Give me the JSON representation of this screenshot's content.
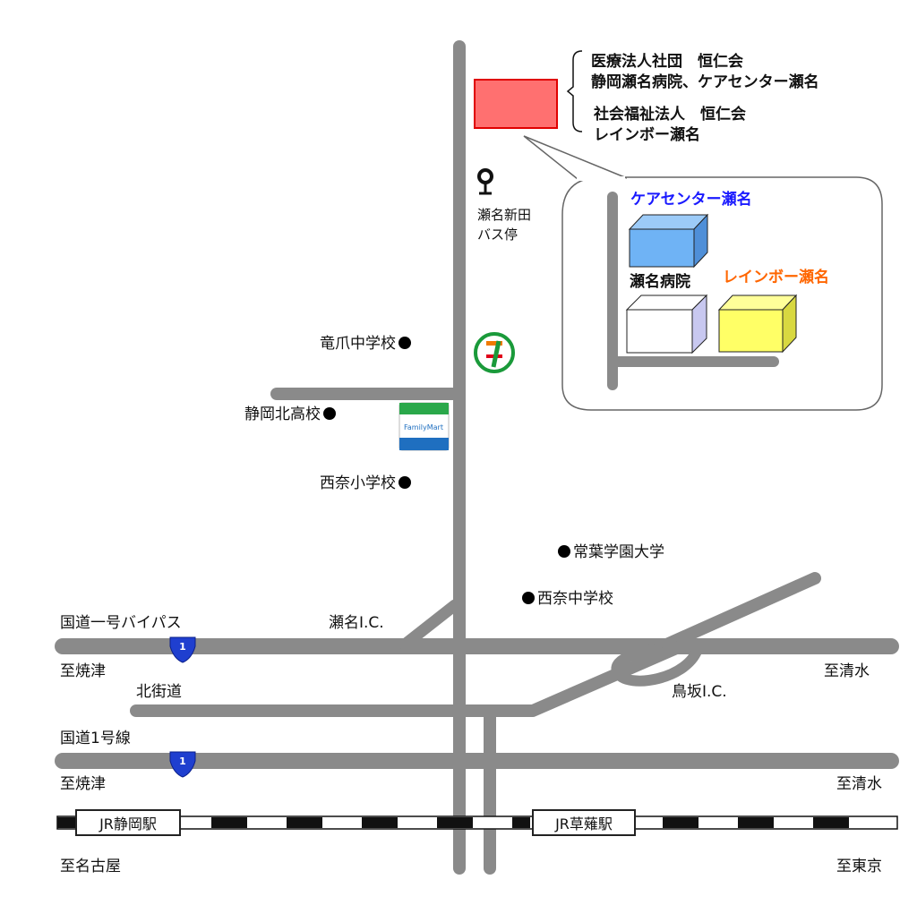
{
  "facility": {
    "org1": "医療法人社団　恒仁会",
    "hospitals1": "静岡瀬名病院、ケアセンター瀬名",
    "org2": "社会福祉法人　恒仁会",
    "hospitals2": "レインボー瀬名"
  },
  "inset": {
    "care_center": "ケアセンター瀬名",
    "hospital": "瀬名病院",
    "rainbow": "レインボー瀬名",
    "colors": {
      "care_center": "#6fb3f5",
      "hospital": "#ffffff",
      "rainbow": "#ffff66",
      "care_label": "#1a1aff",
      "rainbow_label": "#ff6600"
    }
  },
  "bus_stop": {
    "line1": "瀬名新田",
    "line2": "バス停"
  },
  "stores": {
    "seven_eleven": "7",
    "familymart": "FamilyMart"
  },
  "schools": {
    "ryuso": "竜爪中学校",
    "shizuoka_kita": "静岡北高校",
    "seina_elem": "西奈小学校",
    "tokoha": "常葉学園大学",
    "seina_jhs": "西奈中学校"
  },
  "roads": {
    "bypass": "国道一号バイパス",
    "seina_ic": "瀬名I.C.",
    "to_yaizu_1": "至焼津",
    "to_shimizu_1": "至清水",
    "kitakaido": "北街道",
    "torisaka_ic": "鳥坂I.C.",
    "route1": "国道1号線",
    "to_yaizu_2": "至焼津",
    "to_shimizu_2": "至清水",
    "route_number": "1"
  },
  "rail": {
    "station1": "JR静岡駅",
    "station2": "JR草薙駅",
    "to_nagoya": "至名古屋",
    "to_tokyo": "至東京"
  },
  "colors": {
    "road": "#8a8a8a",
    "facility": "#ff7070",
    "facility_border": "#e00000"
  }
}
